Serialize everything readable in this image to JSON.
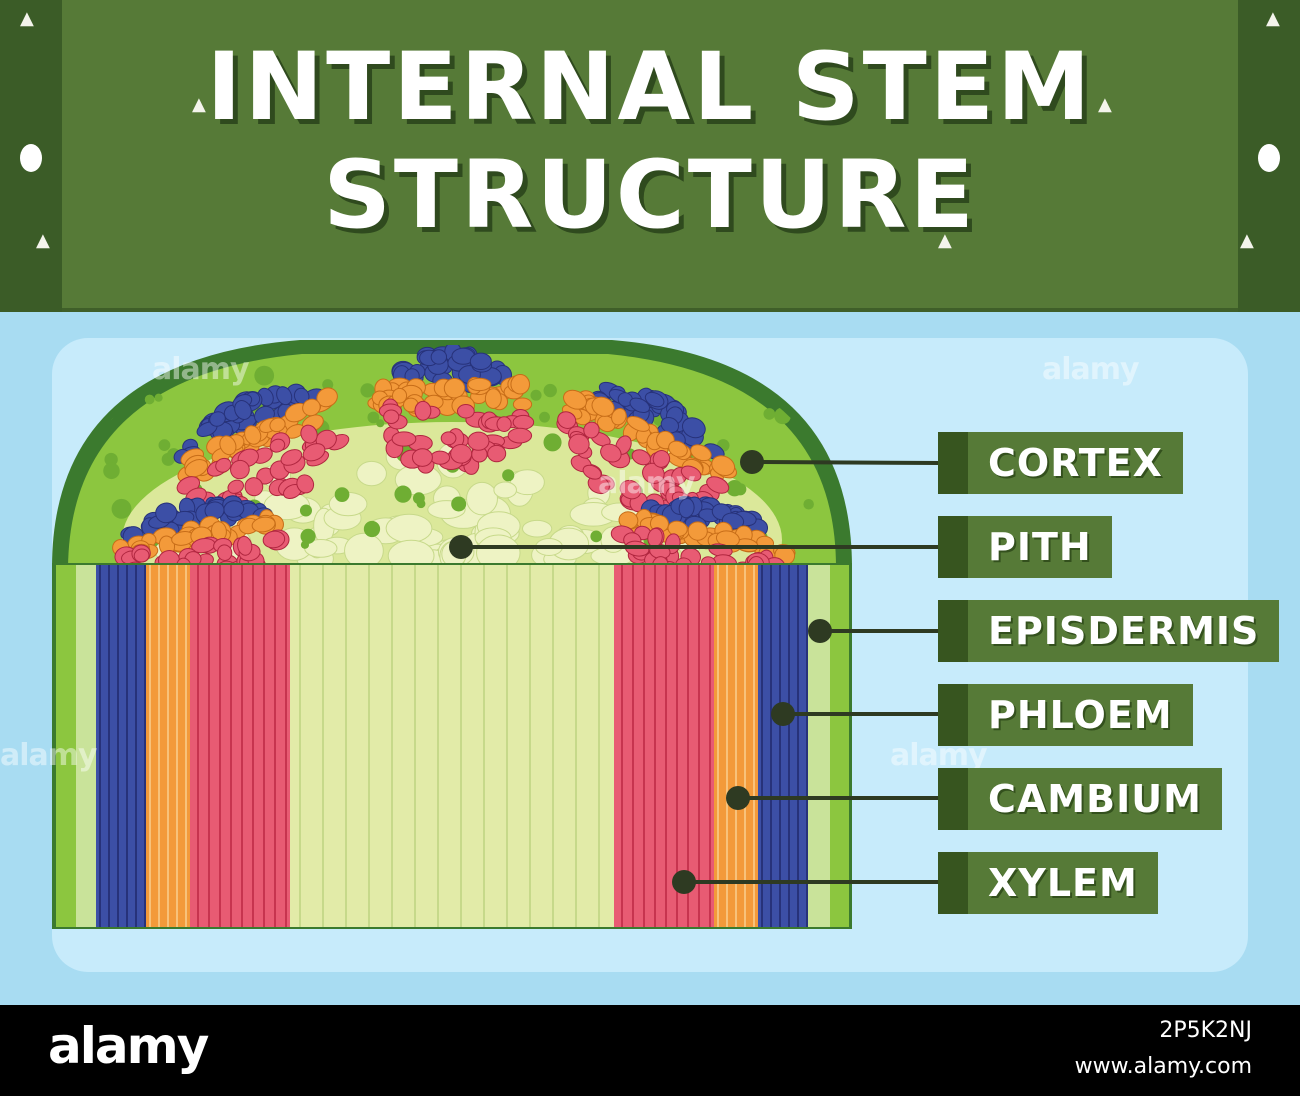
{
  "header": {
    "title_line1": "INTERNAL STEM",
    "title_line2": "STRUCTURE"
  },
  "labels": [
    {
      "text": "CORTEX"
    },
    {
      "text": "PITH"
    },
    {
      "text": "EPISDERMIS"
    },
    {
      "text": "PHLOEM"
    },
    {
      "text": "CAMBIUM"
    },
    {
      "text": "XYLEM"
    }
  ],
  "watermark": "alamy",
  "footer": {
    "brand": "alamy",
    "image_id": "2P5K2NJ",
    "site": "www.alamy.com"
  },
  "colors": {
    "banner": "#567a37",
    "banner_dark": "#3b5c27",
    "background": "#a8dcf2",
    "card": "#c7ebfb",
    "epidermis": "#3b7a2e",
    "cortex": "#8cc63f",
    "pith": "#e2eba8",
    "xylem": "#e85b73",
    "cambium": "#f39a3a",
    "phloem": "#3c4fa6",
    "label_box": "#567a37"
  }
}
